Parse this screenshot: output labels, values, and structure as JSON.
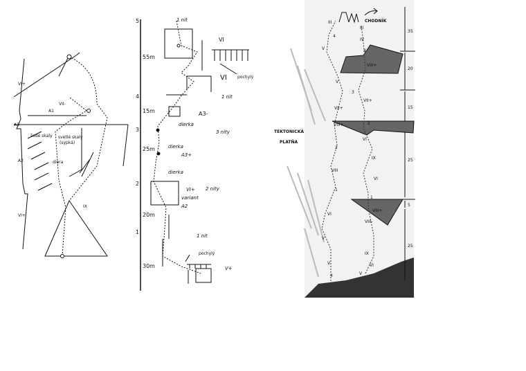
{
  "left_topo": {
    "labels": [
      "VI+",
      "A3",
      "A2",
      "VI+",
      "VII-",
      "A1",
      "IX",
      "svetlé skaly",
      "(sypká)",
      "šedé skaly",
      "diera"
    ]
  },
  "middle_topo": {
    "belay_numbers": [
      "5",
      "4",
      "3",
      "2",
      "1"
    ],
    "pitch_lengths": [
      "55m",
      "15m",
      "25m",
      "20m",
      "30m"
    ],
    "labels": {
      "bolt_top": "1 nit",
      "grade_vi_1": "VI",
      "grade_vi_2": "VI",
      "overhang_1": "pochylý",
      "bolt_2": "1 nit",
      "a3_minus": "A3-",
      "dierka_1": "dierka",
      "three_bolts": "3 nity",
      "dierka_2": "dierka",
      "a3_plus": "A3+",
      "dierka_3": "dierka",
      "vi_plus": "VI+",
      "two_bolts": "2 nity",
      "variant": "variant",
      "a2": "A2",
      "bolt_3": "1 nit",
      "overhang_2": "pochylý",
      "v_plus": "V+"
    }
  },
  "right_topo": {
    "trail_label": "CHODNÍK",
    "fault_label_1": "TEKTONICKÁ",
    "fault_label_2": "PLATŇA",
    "grades": [
      "III",
      "4",
      "V",
      "III",
      "IV",
      "4",
      "VIII+",
      "V",
      "3",
      "VII+",
      "VII+",
      "VIII+",
      "2",
      "VI",
      "2",
      "IX",
      "VIII",
      "VI",
      "1",
      "1",
      "VIII+",
      "VI",
      "VIII-",
      "V",
      "IX",
      "V",
      "VI",
      "V",
      "4"
    ],
    "distances": [
      "35",
      "20",
      "15",
      "25",
      "5",
      "25"
    ]
  }
}
